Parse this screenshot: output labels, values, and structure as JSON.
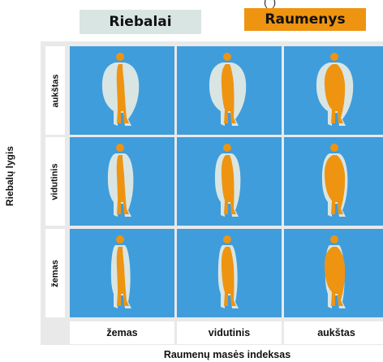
{
  "legend": {
    "fat": "Riebalai",
    "muscle": "Raumenys"
  },
  "top_fragment": "(        )",
  "y_axis": {
    "title": "Riebalų lygis",
    "levels": [
      "aukštas",
      "vidutinis",
      "žemas"
    ]
  },
  "x_axis": {
    "title": "Raumenų masės indeksas",
    "levels": [
      "žemas",
      "vidutinis",
      "aukštas"
    ]
  },
  "colors": {
    "fat": "#d9e5e3",
    "muscle": "#ee9411",
    "background": "#3f9ddc",
    "frame": "#e9e9e9"
  },
  "cells": [
    {
      "fat": "aukštas",
      "muscle": "žemas"
    },
    {
      "fat": "aukštas",
      "muscle": "vidutinis"
    },
    {
      "fat": "aukštas",
      "muscle": "aukštas"
    },
    {
      "fat": "vidutinis",
      "muscle": "žemas"
    },
    {
      "fat": "vidutinis",
      "muscle": "vidutinis"
    },
    {
      "fat": "vidutinis",
      "muscle": "aukštas"
    },
    {
      "fat": "žemas",
      "muscle": "žemas"
    },
    {
      "fat": "žemas",
      "muscle": "vidutinis"
    },
    {
      "fat": "žemas",
      "muscle": "aukštas"
    }
  ]
}
